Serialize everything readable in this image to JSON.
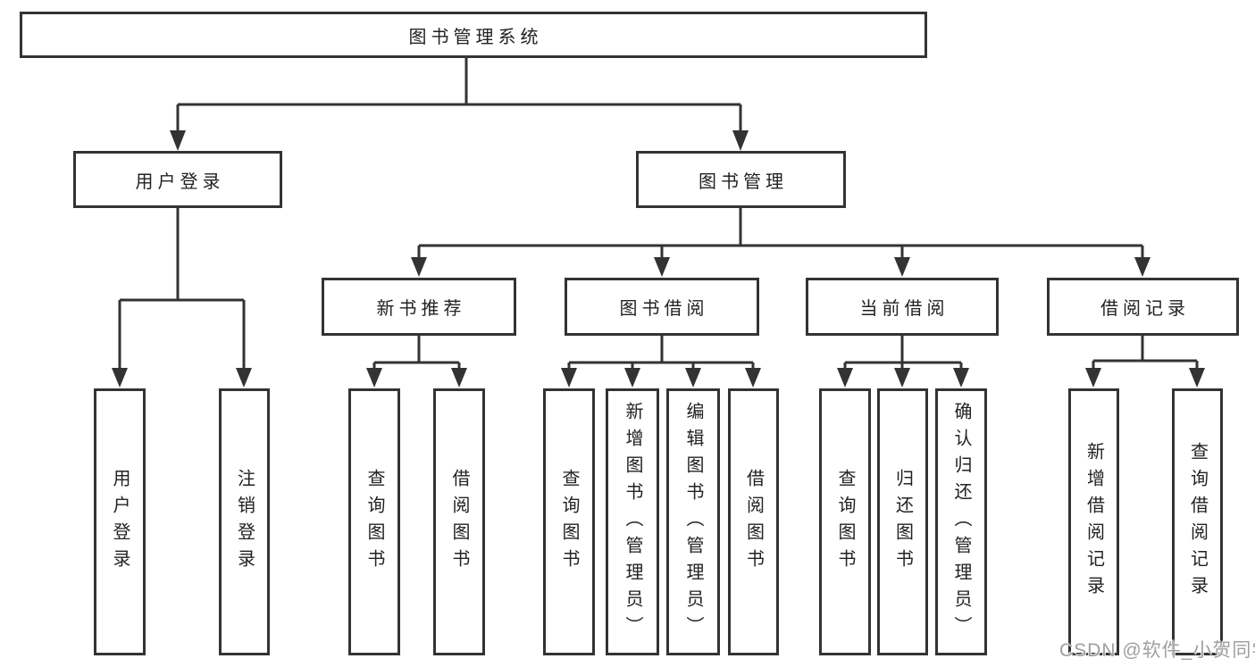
{
  "diagram": {
    "root": {
      "label": "图书管理系统"
    },
    "level2": [
      {
        "label": "用户登录",
        "children": [
          {
            "label": "用户登录"
          },
          {
            "label": "注销登录"
          }
        ]
      },
      {
        "label": "图书管理",
        "children": [
          {
            "label": "新书推荐",
            "children": [
              {
                "label": "查询图书"
              },
              {
                "label": "借阅图书"
              }
            ]
          },
          {
            "label": "图书借阅",
            "children": [
              {
                "label": "查询图书"
              },
              {
                "label": "新增图书（管理员）"
              },
              {
                "label": "编辑图书（管理员）"
              },
              {
                "label": "借阅图书"
              }
            ]
          },
          {
            "label": "当前借阅",
            "children": [
              {
                "label": "查询图书"
              },
              {
                "label": "归还图书"
              },
              {
                "label": "确认归还（管理员）"
              }
            ]
          },
          {
            "label": "借阅记录",
            "children": [
              {
                "label": "新增借阅记录"
              },
              {
                "label": "查询借阅记录"
              }
            ]
          }
        ]
      }
    ]
  },
  "watermark": {
    "text": "CSDN @软件_小贺同学"
  },
  "colors": {
    "line": "#333333",
    "box_border": "#333333",
    "text": "#222222",
    "background": "#ffffff",
    "watermark": "#9f9f9f"
  }
}
